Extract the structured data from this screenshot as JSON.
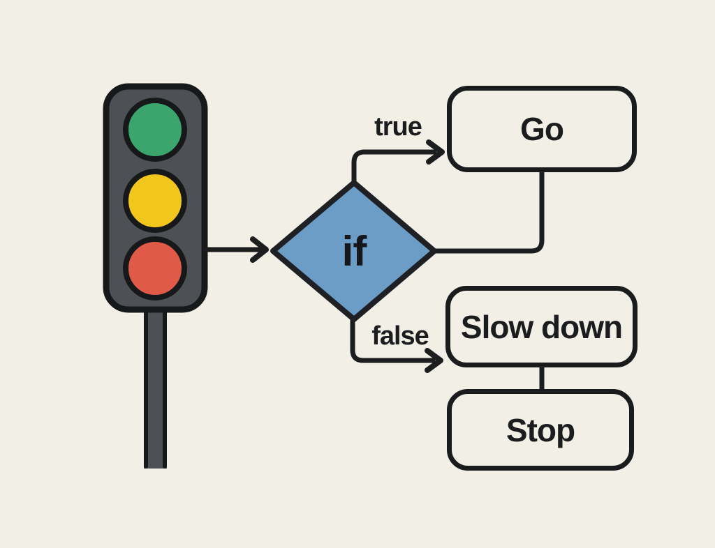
{
  "canvas": {
    "background_color": "#f2efe6",
    "line_color": "#1c1d1f",
    "text_color": "#1b1c1e"
  },
  "flowchart": {
    "decision": {
      "label": "if",
      "fill_color": "#6b9dc6"
    },
    "branch_labels": {
      "true": "true",
      "false": "false"
    },
    "nodes": [
      {
        "id": "go",
        "label": "Go"
      },
      {
        "id": "slow-down",
        "label": "Slow down"
      },
      {
        "id": "stop",
        "label": "Stop"
      }
    ],
    "traffic_light": {
      "body_color": "#4d5156",
      "outline_color": "#17181a",
      "lights": [
        {
          "name": "green",
          "color": "#3aa56d"
        },
        {
          "name": "yellow",
          "color": "#f2c71d"
        },
        {
          "name": "red",
          "color": "#e15a48"
        }
      ]
    }
  }
}
